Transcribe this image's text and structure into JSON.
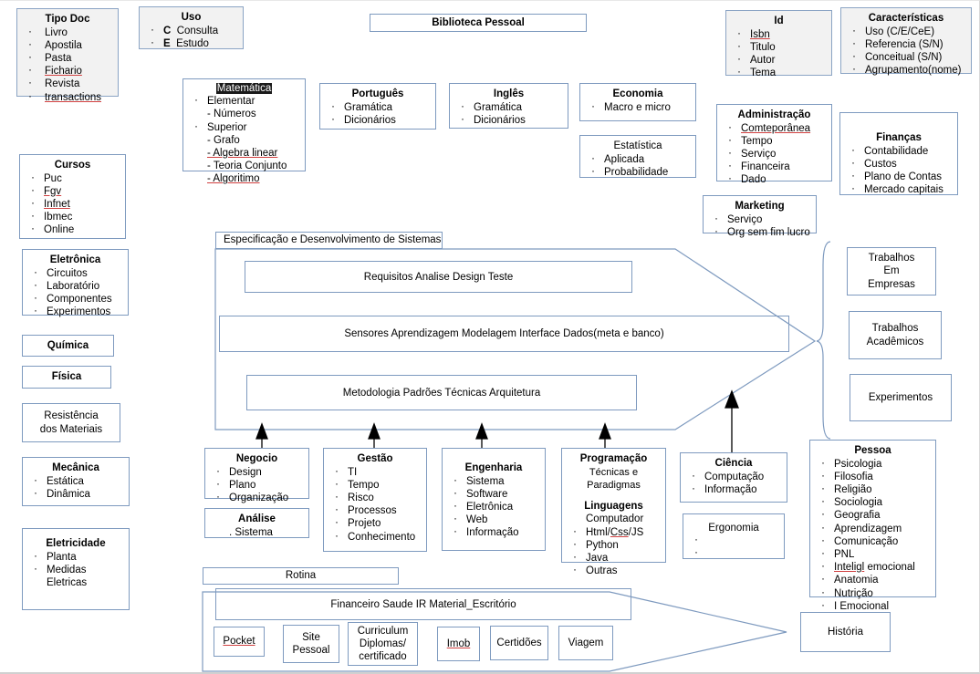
{
  "title_banner": {
    "label": "Biblioteca Pessoal"
  },
  "colors": {
    "box_border": "#7e9abf",
    "gray_fill": "#f2f2f2",
    "text": "#000000",
    "spell_underline": "#d04040"
  },
  "boxes": {
    "tipo_doc": {
      "title": "Tipo Doc",
      "items": [
        "Livro",
        "Apostila",
        "Pasta",
        "Fichario",
        "Revista",
        "transactions"
      ]
    },
    "uso": {
      "title": "Uso",
      "items": [
        "C   Consulta",
        "E   Estudo"
      ],
      "codes": [
        "C",
        "E"
      ],
      "values": [
        "Consulta",
        "Estudo"
      ]
    },
    "id": {
      "title": "Id",
      "items": [
        "Isbn",
        "Titulo",
        "Autor",
        "Tema"
      ]
    },
    "caracteristicas": {
      "title": "Características",
      "items": [
        "Uso (C/E/CeE)",
        "Referencia (S/N)",
        "Conceitual (S/N)",
        "Agrupamento(nome)"
      ]
    },
    "matematica": {
      "title": "Matemática",
      "items": [
        "Elementar",
        "- Números",
        "Superior",
        "- Grafo",
        "- Algebra linear",
        "- Teoria Conjunto",
        "- Algoritimo"
      ]
    },
    "portugues": {
      "title": "Português",
      "items": [
        "Gramática",
        "Dicionários"
      ]
    },
    "ingles": {
      "title": "Inglês",
      "items": [
        "Gramática",
        "Dicionários"
      ]
    },
    "economia": {
      "title": "Economia",
      "items": [
        "Macro e micro"
      ]
    },
    "estatistica": {
      "title": "Estatística",
      "items": [
        "Aplicada",
        "Probabilidade"
      ]
    },
    "administracao": {
      "title": "Administração",
      "items": [
        "Comteporânea",
        "Tempo",
        "Serviço",
        "Financeira",
        "Dado"
      ]
    },
    "financas": {
      "title": "Finanças",
      "items": [
        "Contabilidade",
        "Custos",
        "Plano de Contas",
        "Mercado capitais"
      ]
    },
    "marketing": {
      "title": "Marketing",
      "items": [
        "Serviço",
        "Org sem fim lucro"
      ]
    },
    "cursos": {
      "title": "Cursos",
      "items": [
        "Puc",
        "Fgv",
        "Infnet",
        "Ibmec",
        "Online"
      ]
    },
    "eletronica": {
      "title": "Eletrônica",
      "items": [
        "Circuitos",
        "Laboratório",
        "Componentes",
        "Experimentos"
      ]
    },
    "quimica": {
      "title": "Química"
    },
    "fisica": {
      "title": "Física"
    },
    "resistencia": {
      "line1": "Resistência",
      "line2": "dos Materiais"
    },
    "mecanica": {
      "title": "Mecânica",
      "items": [
        "Estática",
        "Dinâmica"
      ]
    },
    "eletricidade": {
      "title": "Eletricidade",
      "items": [
        "Planta",
        "Medidas",
        "Eletricas"
      ]
    },
    "negocio": {
      "title": "Negocio",
      "items": [
        "Design",
        "Plano",
        "Organização"
      ]
    },
    "analise": {
      "title": "Análise",
      "items": [
        ". Sistema"
      ]
    },
    "gestao": {
      "title": "Gestão",
      "items": [
        "TI",
        "Tempo",
        "Risco",
        "Processos",
        "Projeto",
        "Conhecimento"
      ]
    },
    "engenharia": {
      "title": "Engenharia",
      "items": [
        "Sistema",
        "Software",
        "Eletrônica",
        "Web",
        "Informação"
      ]
    },
    "programacao": {
      "title": "Programação",
      "subtitle": "Técnicas e Paradigmas",
      "title2": "Linguagens",
      "items": [
        "Computador",
        "Html/Css/JS",
        "Python",
        "Java",
        "Outras"
      ]
    },
    "ciencia": {
      "title": "Ciência",
      "items": [
        "Computação",
        "Informação"
      ]
    },
    "ergonomia": {
      "title": "Ergonomia",
      "items": [
        "",
        ""
      ]
    },
    "pessoa": {
      "title": "Pessoa",
      "items": [
        "Psicologia",
        "Filosofia",
        "Religião",
        "Sociologia",
        "Geografia",
        "Aprendizagem",
        "Comunicação",
        "PNL",
        "Inteligl emocional",
        "Anatomia",
        "Nutrição",
        "I Emocional"
      ]
    },
    "historia": {
      "title": "História"
    },
    "trabalhos_empresas": {
      "line1": "Trabalhos",
      "line2": "Em",
      "line3": "Empresas"
    },
    "trabalhos_academicos": {
      "line1": "Trabalhos",
      "line2": "Acadêmicos"
    },
    "experimentos": {
      "label": "Experimentos"
    }
  },
  "arrow_block": {
    "tab_label": "Especificação e Desenvolvimento de Sistemas",
    "band1": "Requisitos   Analise   Design Teste",
    "band2": "Sensores Aprendizagem Modelagem Interface   Dados(meta e banco)",
    "band3": "Metodologia  Padrões  Técnicas  Arquitetura"
  },
  "rotina_block": {
    "tab_label": "Rotina",
    "band": "Financeiro   Saude   IR  Material_Escritório",
    "chips": [
      "Pocket",
      "Site Pessoal",
      "Curriculum Diplomas/ certificado",
      "Imob",
      "Certidões",
      "Viagem"
    ],
    "chip_lines": [
      [
        "Pocket"
      ],
      [
        "Site",
        "Pessoal"
      ],
      [
        "Curriculum",
        "Diplomas/",
        "certificado"
      ],
      [
        "Imob"
      ],
      [
        "Certidões"
      ],
      [
        "Viagem"
      ]
    ]
  }
}
